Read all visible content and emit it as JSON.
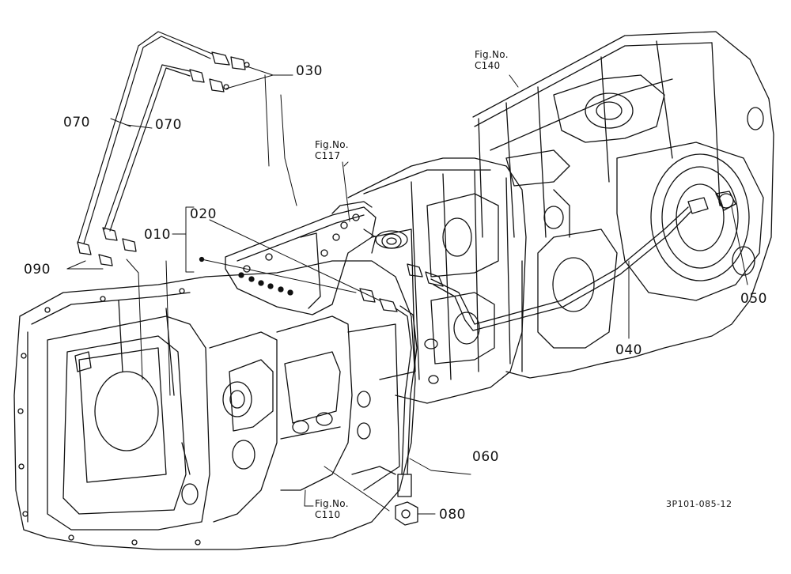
{
  "colors": {
    "ink": "#111111",
    "background": "#ffffff"
  },
  "parts": {
    "p010": "010",
    "p020": "020",
    "p030": "030",
    "p040": "040",
    "p050": "050",
    "p060": "060",
    "p070a": "070",
    "p070b": "070",
    "p080": "080",
    "p090": "090"
  },
  "figure_refs": {
    "c140": {
      "line1": "Fig.No.",
      "line2": "C140"
    },
    "c117": {
      "line1": "Fig.No.",
      "line2": "C117"
    },
    "c110": {
      "line1": "Fig.No.",
      "line2": "C110"
    }
  },
  "drawing_code": "3P101-085-12"
}
